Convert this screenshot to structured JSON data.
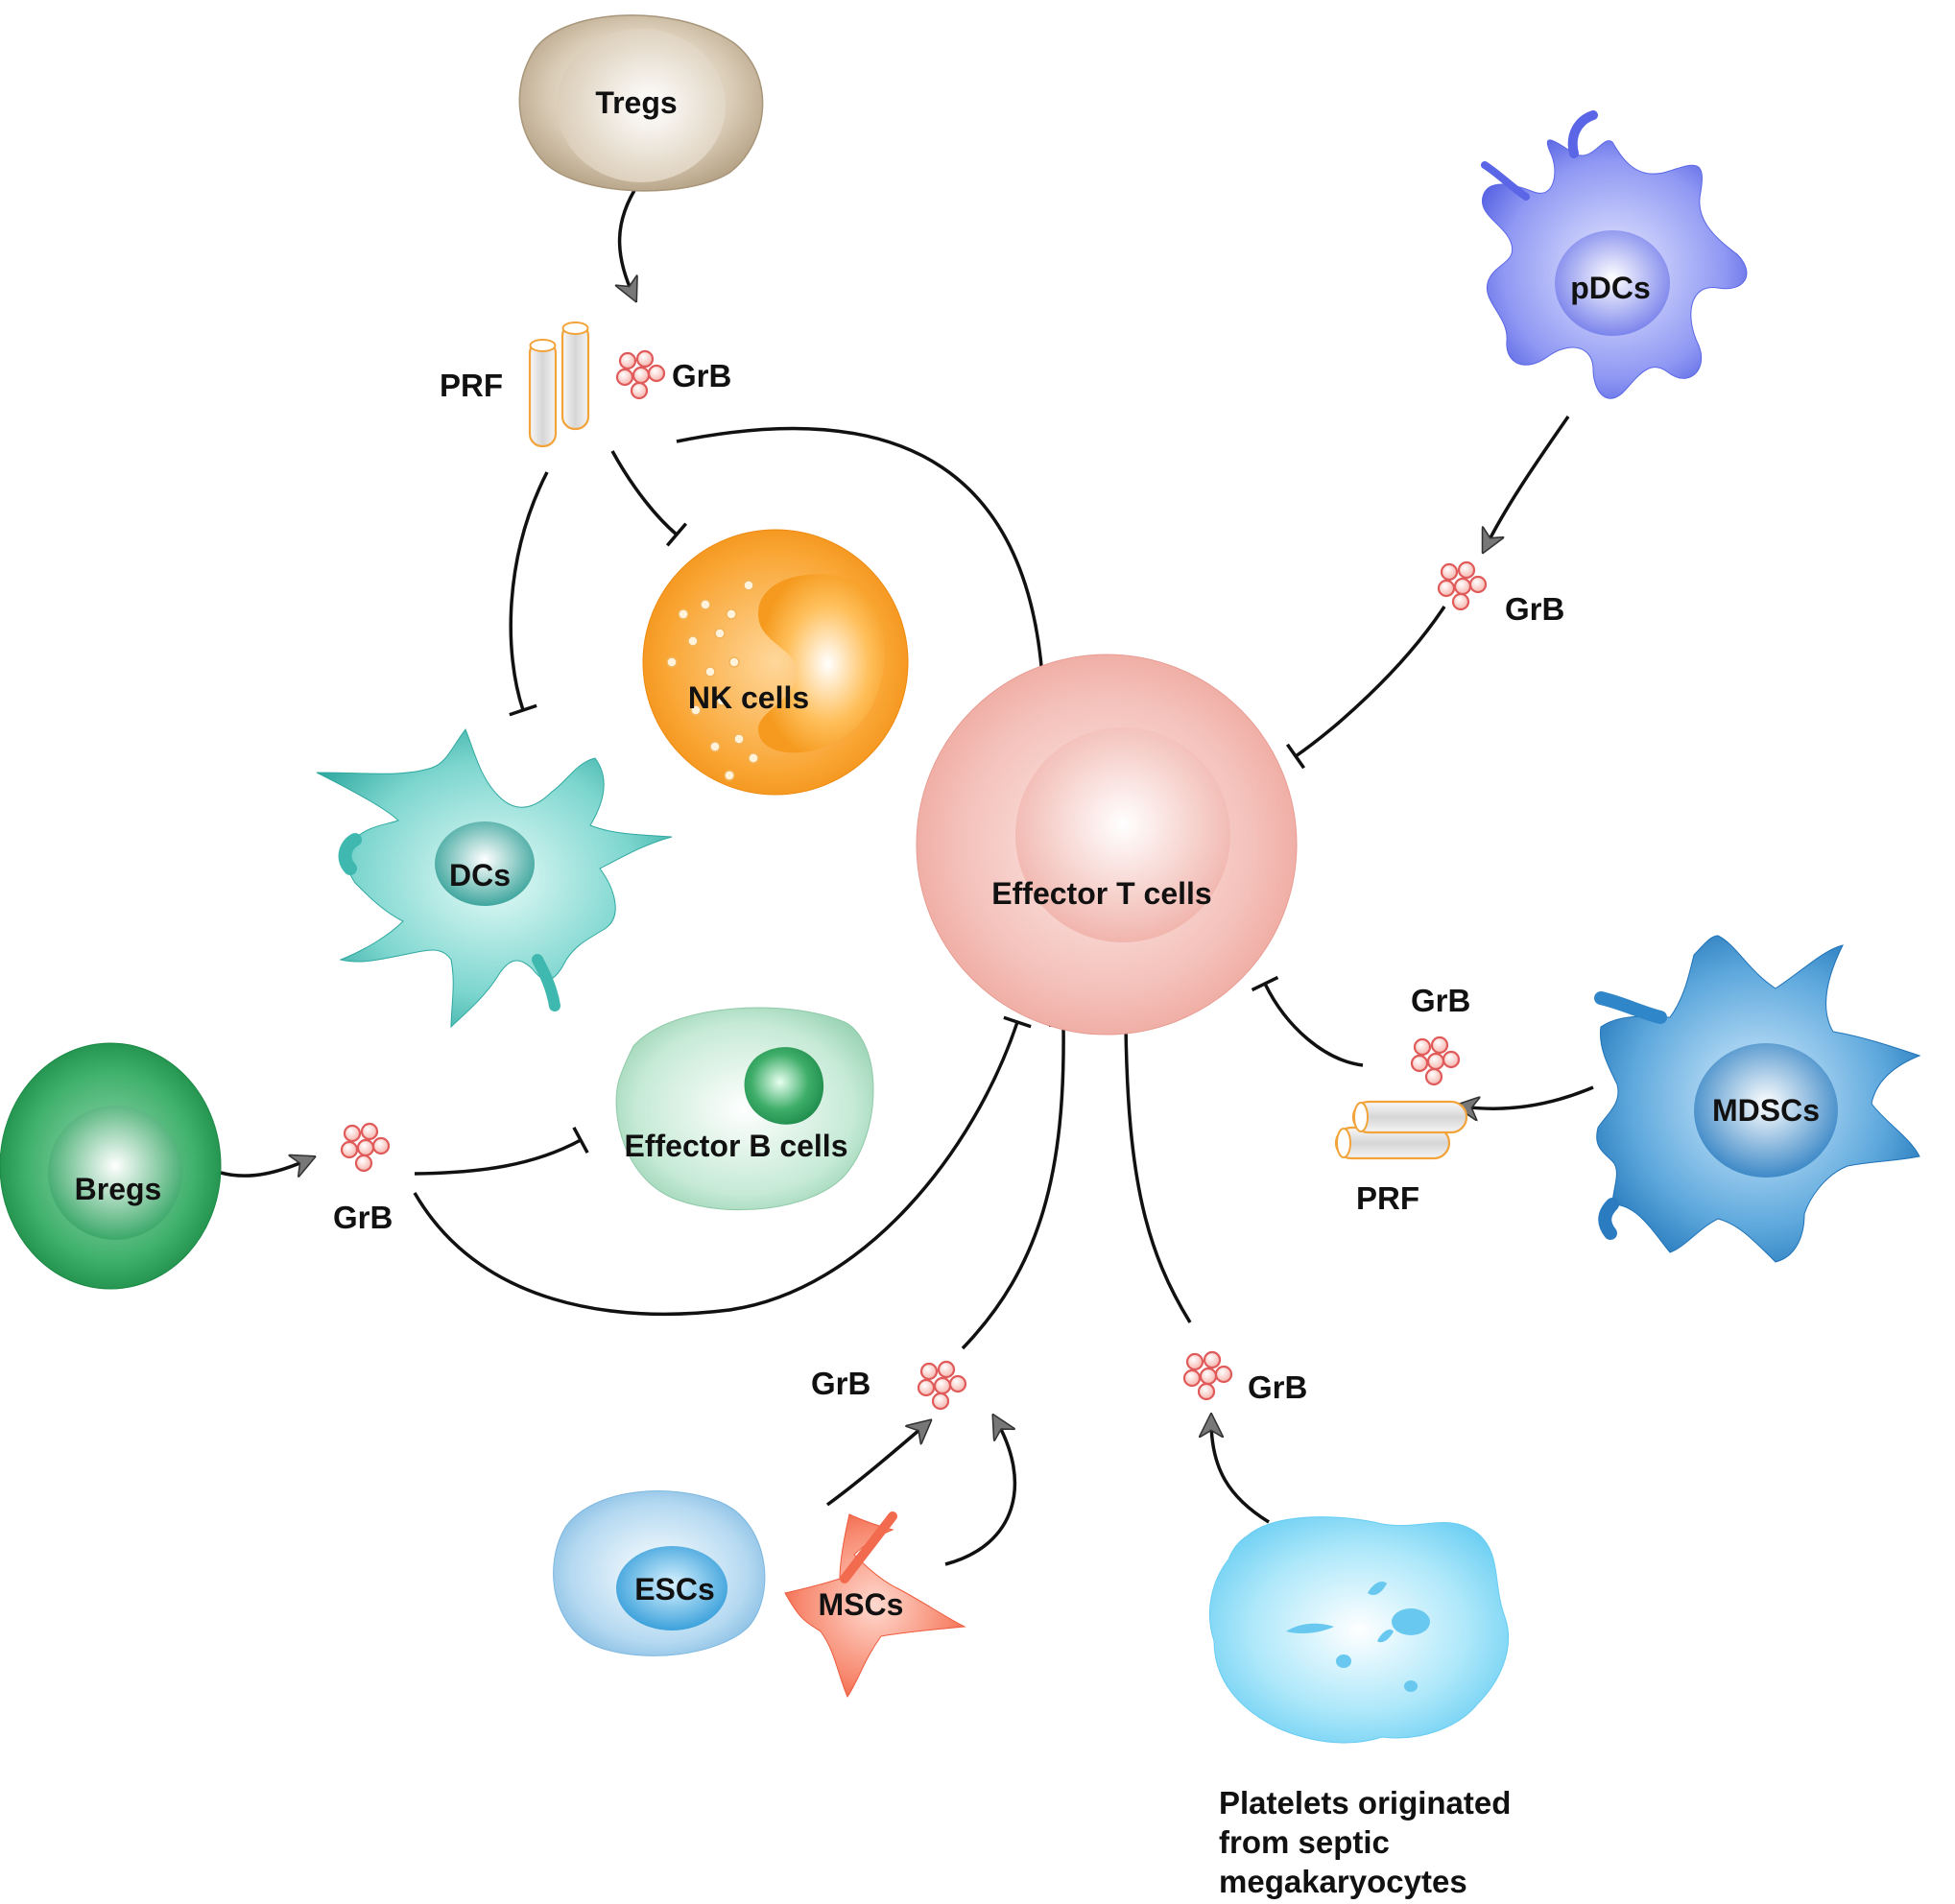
{
  "cells": {
    "tregs": "Tregs",
    "pdcs": "pDCs",
    "nk": "NK cells",
    "dcs": "DCs",
    "effector_t": "Effector T cells",
    "bregs": "Bregs",
    "effector_b": "Effector B cells",
    "mdscs": "MDSCs",
    "escs": "ESCs",
    "mscs": "MSCs",
    "platelets": [
      "Platelets originated",
      "from septic",
      "megakaryocytes"
    ]
  },
  "molecules": {
    "tregs_prf": "PRF",
    "tregs_grb": "GrB",
    "pdcs_grb": "GrB",
    "bregs_grb": "GrB",
    "mdscs_grb": "GrB",
    "mdscs_prf": "PRF",
    "stem_grb": "GrB",
    "platelet_grb": "GrB"
  },
  "colors": {
    "tregs": "#c4b299",
    "pdcs": "#5a66e6",
    "nk": "#f7941d",
    "dcs": "#3fb8b0",
    "effector_t": "#f2b3aa",
    "bregs": "#2aa05a",
    "effector_b": "#a9dcc0",
    "mdscs": "#2f86c8",
    "escs": "#8ec3e6",
    "mscs": "#f26b4f",
    "platelets": "#7fd6f5",
    "grb": "#e86b6b",
    "prf": "#f2a33a"
  }
}
